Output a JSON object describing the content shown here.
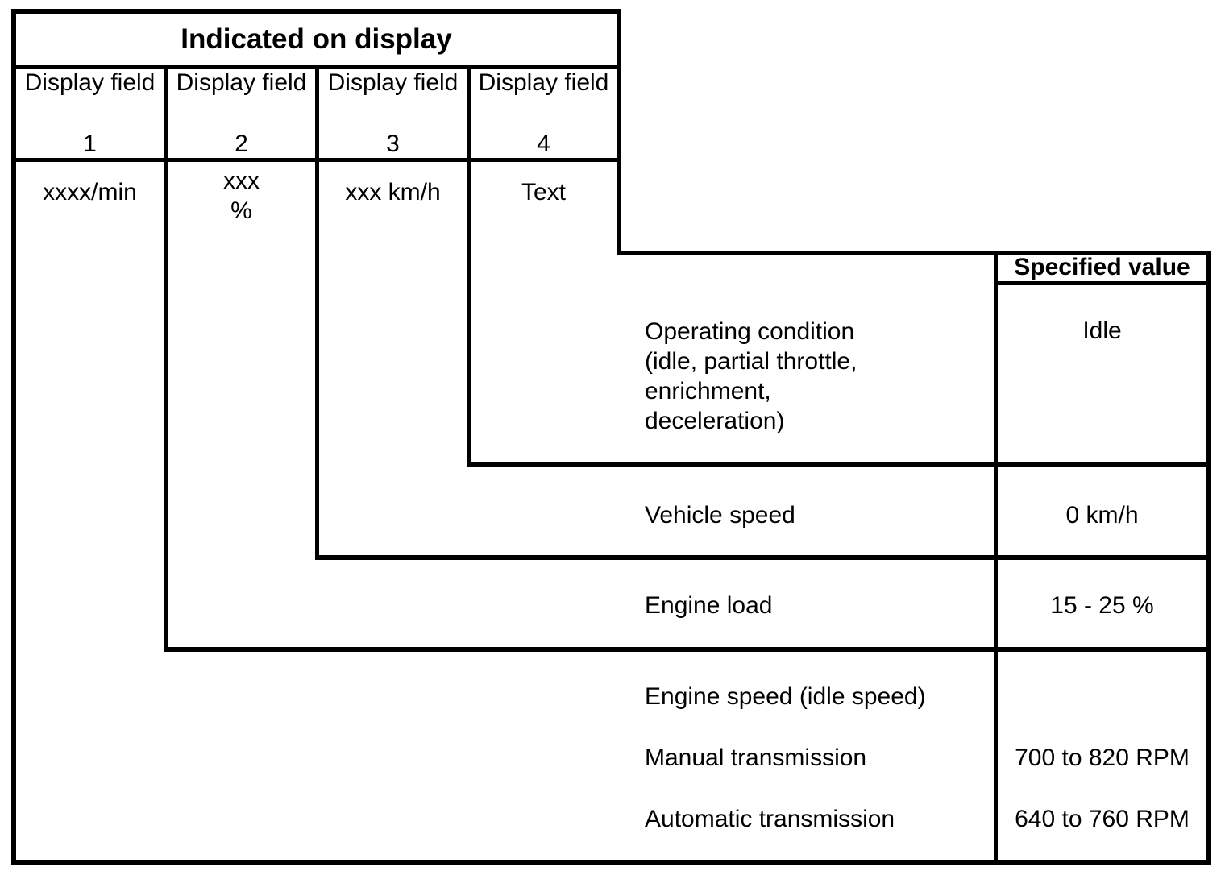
{
  "display_table": {
    "title": "Indicated on display",
    "fields": [
      {
        "label": "Display field",
        "number": "1",
        "format": "xxxx/min"
      },
      {
        "label": "Display field",
        "number": "2",
        "format": "xxx\n%"
      },
      {
        "label": "Display field",
        "number": "3",
        "format": "xxx km/h"
      },
      {
        "label": "Display field",
        "number": "4",
        "format": "Text"
      }
    ]
  },
  "spec_table": {
    "header": "Specified value",
    "rows": [
      {
        "label": "Operating condition\n(idle, partial throttle,\nenrichment,\ndeceleration)",
        "value": "Idle"
      },
      {
        "label": "Vehicle speed",
        "value": "0 km/h"
      },
      {
        "label": "Engine load",
        "value": "15 - 25 %"
      },
      {
        "label": "Engine speed (idle speed)",
        "value": ""
      },
      {
        "label": "Manual transmission",
        "value": "700 to 820 RPM"
      },
      {
        "label": "Automatic transmission",
        "value": "640 to 760 RPM"
      }
    ]
  },
  "colors": {
    "line": "#000000",
    "background": "#ffffff",
    "text": "#000000"
  }
}
